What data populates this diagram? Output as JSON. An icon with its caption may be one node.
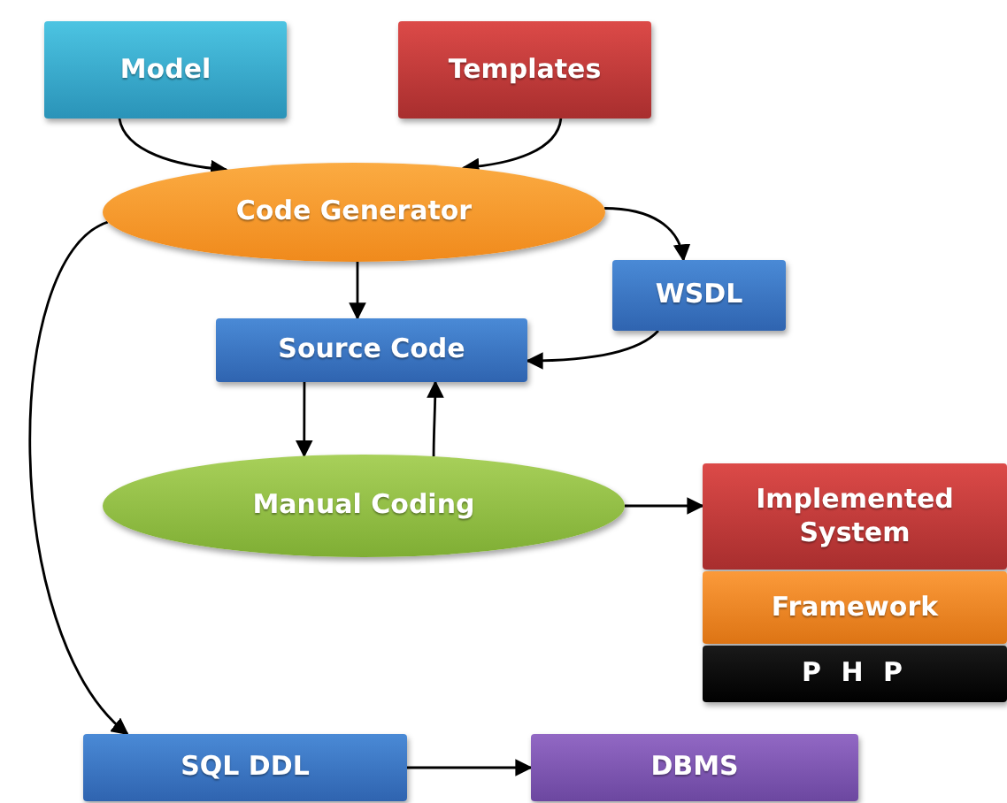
{
  "diagram": {
    "nodes": [
      {
        "text": [
          "Model"
        ]
      },
      {
        "text": [
          "Templates"
        ]
      },
      {
        "text": [
          "Code Generator"
        ]
      },
      {
        "text": [
          "WSDL"
        ]
      },
      {
        "text": [
          "Source Code"
        ]
      },
      {
        "text": [
          "Manual Coding"
        ]
      },
      {
        "text": [
          "Implemented System"
        ]
      },
      {
        "text": [
          "Framework"
        ]
      },
      {
        "text": [
          "P H P"
        ]
      },
      {
        "text": [
          "SQL DDL"
        ]
      },
      {
        "text": [
          "DBMS"
        ]
      }
    ],
    "edges": [
      {
        "from": 0,
        "to": 2,
        "arrow": "to"
      },
      {
        "from": 1,
        "to": 2,
        "arrow": "to"
      },
      {
        "from": 2,
        "to": 3,
        "arrow": "to"
      },
      {
        "from": 2,
        "to": 4,
        "arrow": "to"
      },
      {
        "from": 3,
        "to": 4,
        "arrow": "to"
      },
      {
        "from": 4,
        "to": 5,
        "arrow": "to"
      },
      {
        "from": 5,
        "to": 4,
        "arrow": "to"
      },
      {
        "from": 5,
        "to": 6,
        "arrow": "to"
      },
      {
        "from": 2,
        "to": 9,
        "arrow": "to"
      },
      {
        "from": 9,
        "to": 10,
        "arrow": "to"
      }
    ]
  }
}
